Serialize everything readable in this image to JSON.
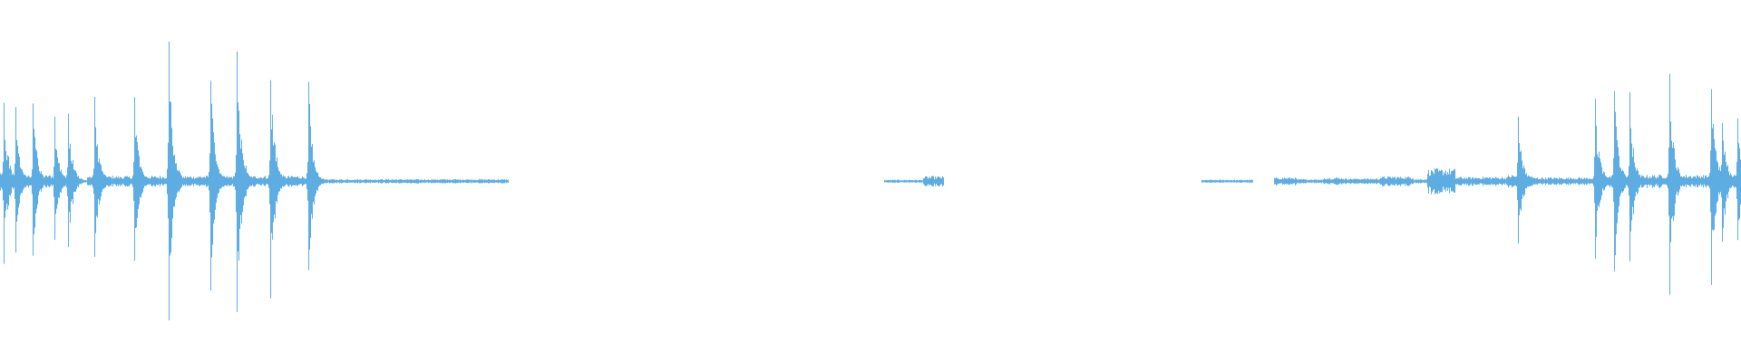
{
  "waveform": {
    "color": "#5dade2",
    "background": "#ffffff",
    "peaks": [
      {
        "t": 0.002,
        "amp": 0.74
      },
      {
        "t": 0.009,
        "amp": 0.7
      },
      {
        "t": 0.019,
        "amp": 0.7
      },
      {
        "t": 0.031,
        "amp": 0.58
      },
      {
        "t": 0.039,
        "amp": 0.64
      },
      {
        "t": 0.054,
        "amp": 0.76
      },
      {
        "t": 0.077,
        "amp": 0.76
      },
      {
        "t": 0.097,
        "amp": 1.28
      },
      {
        "t": 0.121,
        "amp": 0.98
      },
      {
        "t": 0.136,
        "amp": 1.32
      },
      {
        "t": 0.155,
        "amp": 1.04
      },
      {
        "t": 0.177,
        "amp": 0.88
      },
      {
        "t": 0.872,
        "amp": 0.62
      },
      {
        "t": 0.916,
        "amp": 0.74
      },
      {
        "t": 0.927,
        "amp": 0.9
      },
      {
        "t": 0.936,
        "amp": 0.8
      },
      {
        "t": 0.959,
        "amp": 1.06
      },
      {
        "t": 0.983,
        "amp": 0.94
      },
      {
        "t": 0.989,
        "amp": 0.6
      },
      {
        "t": 0.998,
        "amp": 0.6
      }
    ],
    "bursts": [
      {
        "start": 0.0,
        "end": 0.005,
        "amp": 0.1
      },
      {
        "start": 0.01,
        "end": 0.044,
        "amp": 0.06
      },
      {
        "start": 0.05,
        "end": 0.18,
        "amp": 0.05
      },
      {
        "start": 0.18,
        "end": 0.292,
        "amp": 0.018
      },
      {
        "start": 0.508,
        "end": 0.53,
        "amp": 0.012
      },
      {
        "start": 0.53,
        "end": 0.542,
        "amp": 0.045
      },
      {
        "start": 0.69,
        "end": 0.72,
        "amp": 0.012
      },
      {
        "start": 0.732,
        "end": 0.745,
        "amp": 0.035
      },
      {
        "start": 0.745,
        "end": 0.79,
        "amp": 0.018
      },
      {
        "start": 0.76,
        "end": 0.772,
        "amp": 0.035
      },
      {
        "start": 0.772,
        "end": 0.792,
        "amp": 0.025
      },
      {
        "start": 0.792,
        "end": 0.812,
        "amp": 0.045
      },
      {
        "start": 0.812,
        "end": 0.82,
        "amp": 0.02
      },
      {
        "start": 0.82,
        "end": 0.836,
        "amp": 0.12
      },
      {
        "start": 0.836,
        "end": 0.866,
        "amp": 0.04
      },
      {
        "start": 0.866,
        "end": 0.88,
        "amp": 0.06
      },
      {
        "start": 0.88,
        "end": 0.915,
        "amp": 0.035
      },
      {
        "start": 0.915,
        "end": 1.0,
        "amp": 0.06
      }
    ]
  }
}
